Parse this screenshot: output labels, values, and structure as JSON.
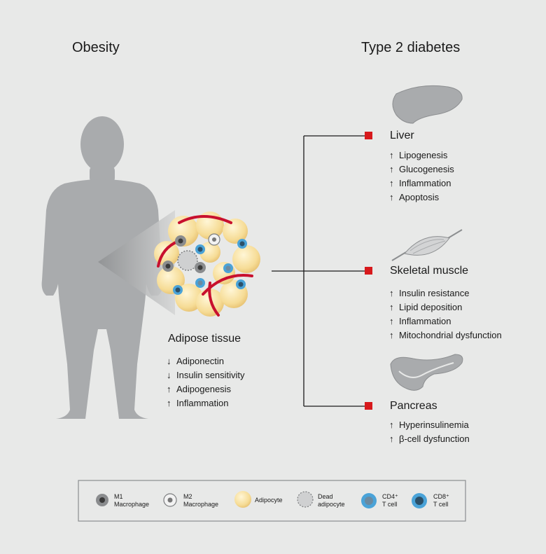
{
  "headings": {
    "obesity": "Obesity",
    "diabetes": "Type 2 diabetes"
  },
  "adipose": {
    "title": "Adipose tissue",
    "items": [
      {
        "arrow": "↓",
        "text": "Adiponectin"
      },
      {
        "arrow": "↓",
        "text": "Insulin sensitivity"
      },
      {
        "arrow": "↑",
        "text": "Adipogenesis"
      },
      {
        "arrow": "↑",
        "text": "Inflammation"
      }
    ]
  },
  "liver": {
    "title": "Liver",
    "items": [
      {
        "arrow": "↑",
        "text": "Lipogenesis"
      },
      {
        "arrow": "↑",
        "text": "Glucogenesis"
      },
      {
        "arrow": "↑",
        "text": "Inflammation"
      },
      {
        "arrow": "↑",
        "text": "Apoptosis"
      }
    ]
  },
  "muscle": {
    "title": "Skeletal muscle",
    "items": [
      {
        "arrow": "↑",
        "text": "Insulin resistance"
      },
      {
        "arrow": "↑",
        "text": "Lipid deposition"
      },
      {
        "arrow": "↑",
        "text": "Inflammation"
      },
      {
        "arrow": "↑",
        "text": "Mitochondrial dysfunction"
      }
    ]
  },
  "pancreas": {
    "title": "Pancreas",
    "items": [
      {
        "arrow": "↑",
        "text": "Hyperinsulinemia"
      },
      {
        "arrow": "↑",
        "text": "β-cell dysfunction"
      }
    ]
  },
  "legend": {
    "m1": {
      "line1": "M1",
      "line2": "Macrophage"
    },
    "m2": {
      "line1": "M2",
      "line2": "Macrophage"
    },
    "adipocyte": {
      "line1": "Adipocyte"
    },
    "dead": {
      "line1": "Dead",
      "line2": "adipocyte"
    },
    "cd4": {
      "line1": "CD4⁺",
      "line2": "T cell"
    },
    "cd8": {
      "line1": "CD8⁺",
      "line2": "T cell"
    }
  },
  "colors": {
    "background": "#e8e9e8",
    "silhouette": "#a9abad",
    "connector_marker": "#d7191c",
    "adipocyte": "#f6dc96",
    "vessel": "#c8102e",
    "t_cell": "#4aa3d8"
  }
}
